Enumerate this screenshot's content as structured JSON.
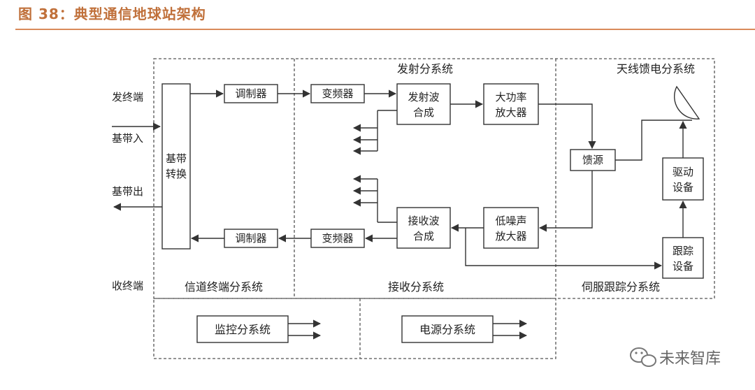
{
  "figure_title": "图 38：典型通信地球站架构",
  "regions": {
    "channel_terminal": "信道终端分系统",
    "transmit": "发射分系统",
    "receive": "接收分系统",
    "antenna_feed": "天线馈电分系统",
    "servo_tracking": "伺服跟踪分系统"
  },
  "side_labels": {
    "send_end": "发终端",
    "baseband_in": "基带入",
    "baseband_out": "基带出",
    "receive_end": "收终端"
  },
  "blocks": {
    "baseband_convert_1": "基带",
    "baseband_convert_2": "转换",
    "modulator_tx": "调制器",
    "modulator_rx": "调制器",
    "upconverter": "变频器",
    "downconverter": "变频器",
    "tx_combiner_1": "发射波",
    "tx_combiner_2": "合成",
    "rx_combiner_1": "接收波",
    "rx_combiner_2": "合成",
    "hpa_1": "大功率",
    "hpa_2": "放大器",
    "lna_1": "低噪声",
    "lna_2": "放大器",
    "feed": "馈源",
    "drive_1": "驱动",
    "drive_2": "设备",
    "tracking_1": "跟踪",
    "tracking_2": "设备",
    "monitor_system": "监控分系统",
    "power_system": "电源分系统"
  },
  "watermark": {
    "text": "未来智库",
    "icon": "wechat-icon"
  },
  "colors": {
    "title": "#c0703a",
    "rule": "#d98a5a",
    "line": "#333333"
  }
}
